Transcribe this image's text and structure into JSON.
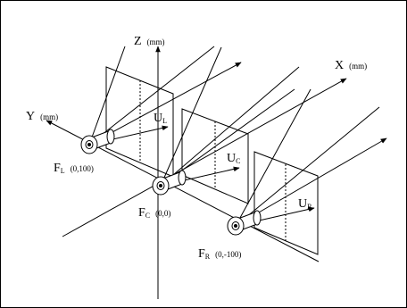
{
  "axes": {
    "z": {
      "letter": "Z",
      "unit": "(mm)"
    },
    "x": {
      "letter": "X",
      "unit": "(mm)"
    },
    "y": {
      "letter": "Y",
      "unit": "(mm)"
    }
  },
  "cameras": [
    {
      "id": "left",
      "letter": "F",
      "sub": "L",
      "coords": "(0,100)"
    },
    {
      "id": "center",
      "letter": "F",
      "sub": "C",
      "coords": "(0,0)"
    },
    {
      "id": "right",
      "letter": "F",
      "sub": "R",
      "coords": "(0,-100)"
    }
  ],
  "image_planes": [
    {
      "id": "left",
      "letter": "U",
      "sub": "L"
    },
    {
      "id": "center",
      "letter": "U",
      "sub": "C"
    },
    {
      "id": "right",
      "letter": "U",
      "sub": "R"
    }
  ]
}
